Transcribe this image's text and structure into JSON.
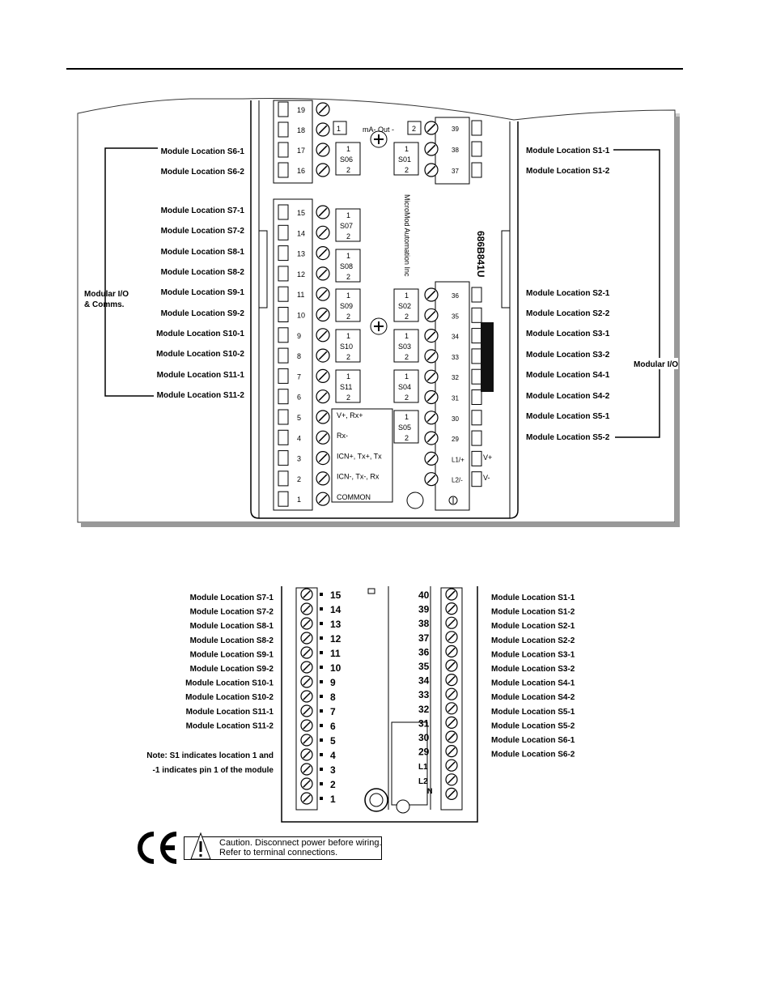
{
  "top": {
    "left_labels": [
      "Module Location S6-1",
      "Module Location S6-2",
      "Module Location S7-1",
      "Module Location S7-2",
      "Module Location S8-1",
      "Module Location S8-2",
      "Module Location S9-1",
      "Module Location S9-2",
      "Module Location S10-1",
      "Module Location S10-2",
      "Module Location S11-1",
      "Module Location S11-2"
    ],
    "right_labels": [
      "Module Location S1-1",
      "Module Location S1-2",
      "Module Location S2-1",
      "Module Location S2-2",
      "Module Location S3-1",
      "Module Location S3-2",
      "Module Location S4-1",
      "Module Location S4-2",
      "Module Location S5-1",
      "Module Location S5-2"
    ],
    "group_left": [
      "Modular I/O",
      "& Comms."
    ],
    "group_right": "Modular I/O",
    "left_terms": [
      "19",
      "18",
      "17",
      "16",
      "15",
      "14",
      "13",
      "12",
      "11",
      "10",
      "9",
      "8",
      "7",
      "6",
      "5",
      "4",
      "3",
      "2",
      "1"
    ],
    "right_terms": [
      "39",
      "38",
      "37",
      "36",
      "35",
      "34",
      "33",
      "32",
      "31",
      "30",
      "29",
      "L1/+",
      "L2/-"
    ],
    "slot_boxes": [
      {
        "n": "1",
        "name": "S06",
        "p": "2"
      },
      {
        "n": "1",
        "name": "S01",
        "p": "2"
      },
      {
        "n": "1",
        "name": "S07",
        "p": "2"
      },
      {
        "n": "1",
        "name": "S08",
        "p": "2"
      },
      {
        "n": "1",
        "name": "S09",
        "p": "2"
      },
      {
        "n": "1",
        "name": "S02",
        "p": "2"
      },
      {
        "n": "1",
        "name": "S10",
        "p": "2"
      },
      {
        "n": "1",
        "name": "S03",
        "p": "2"
      },
      {
        "n": "1",
        "name": "S11",
        "p": "2"
      },
      {
        "n": "1",
        "name": "S04",
        "p": "2"
      },
      {
        "n": "1",
        "name": "S05",
        "p": "2"
      }
    ],
    "comm_labels": [
      "V+, Rx+",
      "Rx-",
      "ICN+, Tx+, Tx",
      "ICN-, Tx-, Rx",
      "COMMON"
    ],
    "ma_out": "mA- Out -",
    "ma_1": "1",
    "ma_2": "2",
    "company": "MicroMod Automation Inc",
    "model": "686B841U",
    "right_v": [
      "V+",
      "V-"
    ]
  },
  "bottom": {
    "left_labels": [
      "Module Location S7-1",
      "Module Location S7-2",
      "Module Location S8-1",
      "Module Location S8-2",
      "Module Location S9-1",
      "Module Location S9-2",
      "Module Location S10-1",
      "Module Location S10-2",
      "Module Location S11-1",
      "Module Location S11-2"
    ],
    "right_labels": [
      "Module Location S1-1",
      "Module Location S1-2",
      "Module Location S2-1",
      "Module Location S2-2",
      "Module Location S3-1",
      "Module Location S3-2",
      "Module Location S4-1",
      "Module Location S4-2",
      "Module Location S5-1",
      "Module Location S5-2",
      "Module Location S6-1",
      "Module Location S6-2"
    ],
    "left_terms": [
      "15",
      "14",
      "13",
      "12",
      "11",
      "10",
      "9",
      "8",
      "7",
      "6",
      "5",
      "4",
      "3",
      "2",
      "1"
    ],
    "right_terms": [
      "40",
      "39",
      "38",
      "37",
      "36",
      "35",
      "34",
      "33",
      "32",
      "31",
      "30",
      "29",
      "L1",
      "L2"
    ],
    "right_terms_extra": "N",
    "note_line1": "Note: S1 indicates location 1 and",
    "note_line2": "-1 indicates pin 1 of the module"
  },
  "caution": {
    "line1": "Caution. Disconnect power before wiring.",
    "line2": "Refer to terminal connections."
  },
  "ce": "CE"
}
